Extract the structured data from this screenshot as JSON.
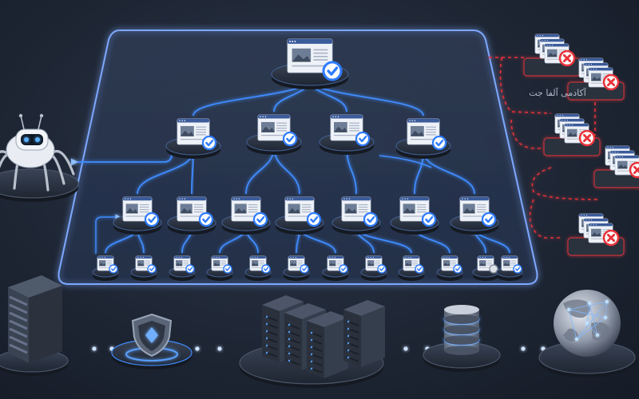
{
  "watermark": {
    "text": "آکادمی آلفا جت"
  },
  "colors": {
    "glow": "#3f8cff",
    "panel": "#6f9cff",
    "check": "#2f7cff",
    "error": "#e8333a",
    "dashed": "#e2323a",
    "pedestal": "#2a3241"
  },
  "icons": {
    "robot": "spider-robot-crawler-icon",
    "shield": "shield-icon",
    "servers": "server-rack-icon",
    "database": "database-icon",
    "globe": "globe-network-icon"
  },
  "tree": {
    "levels": [
      1,
      4,
      7,
      12
    ],
    "indexed_status": "check-icon"
  },
  "excluded_pages": {
    "count": 5,
    "status": "x-icon"
  }
}
